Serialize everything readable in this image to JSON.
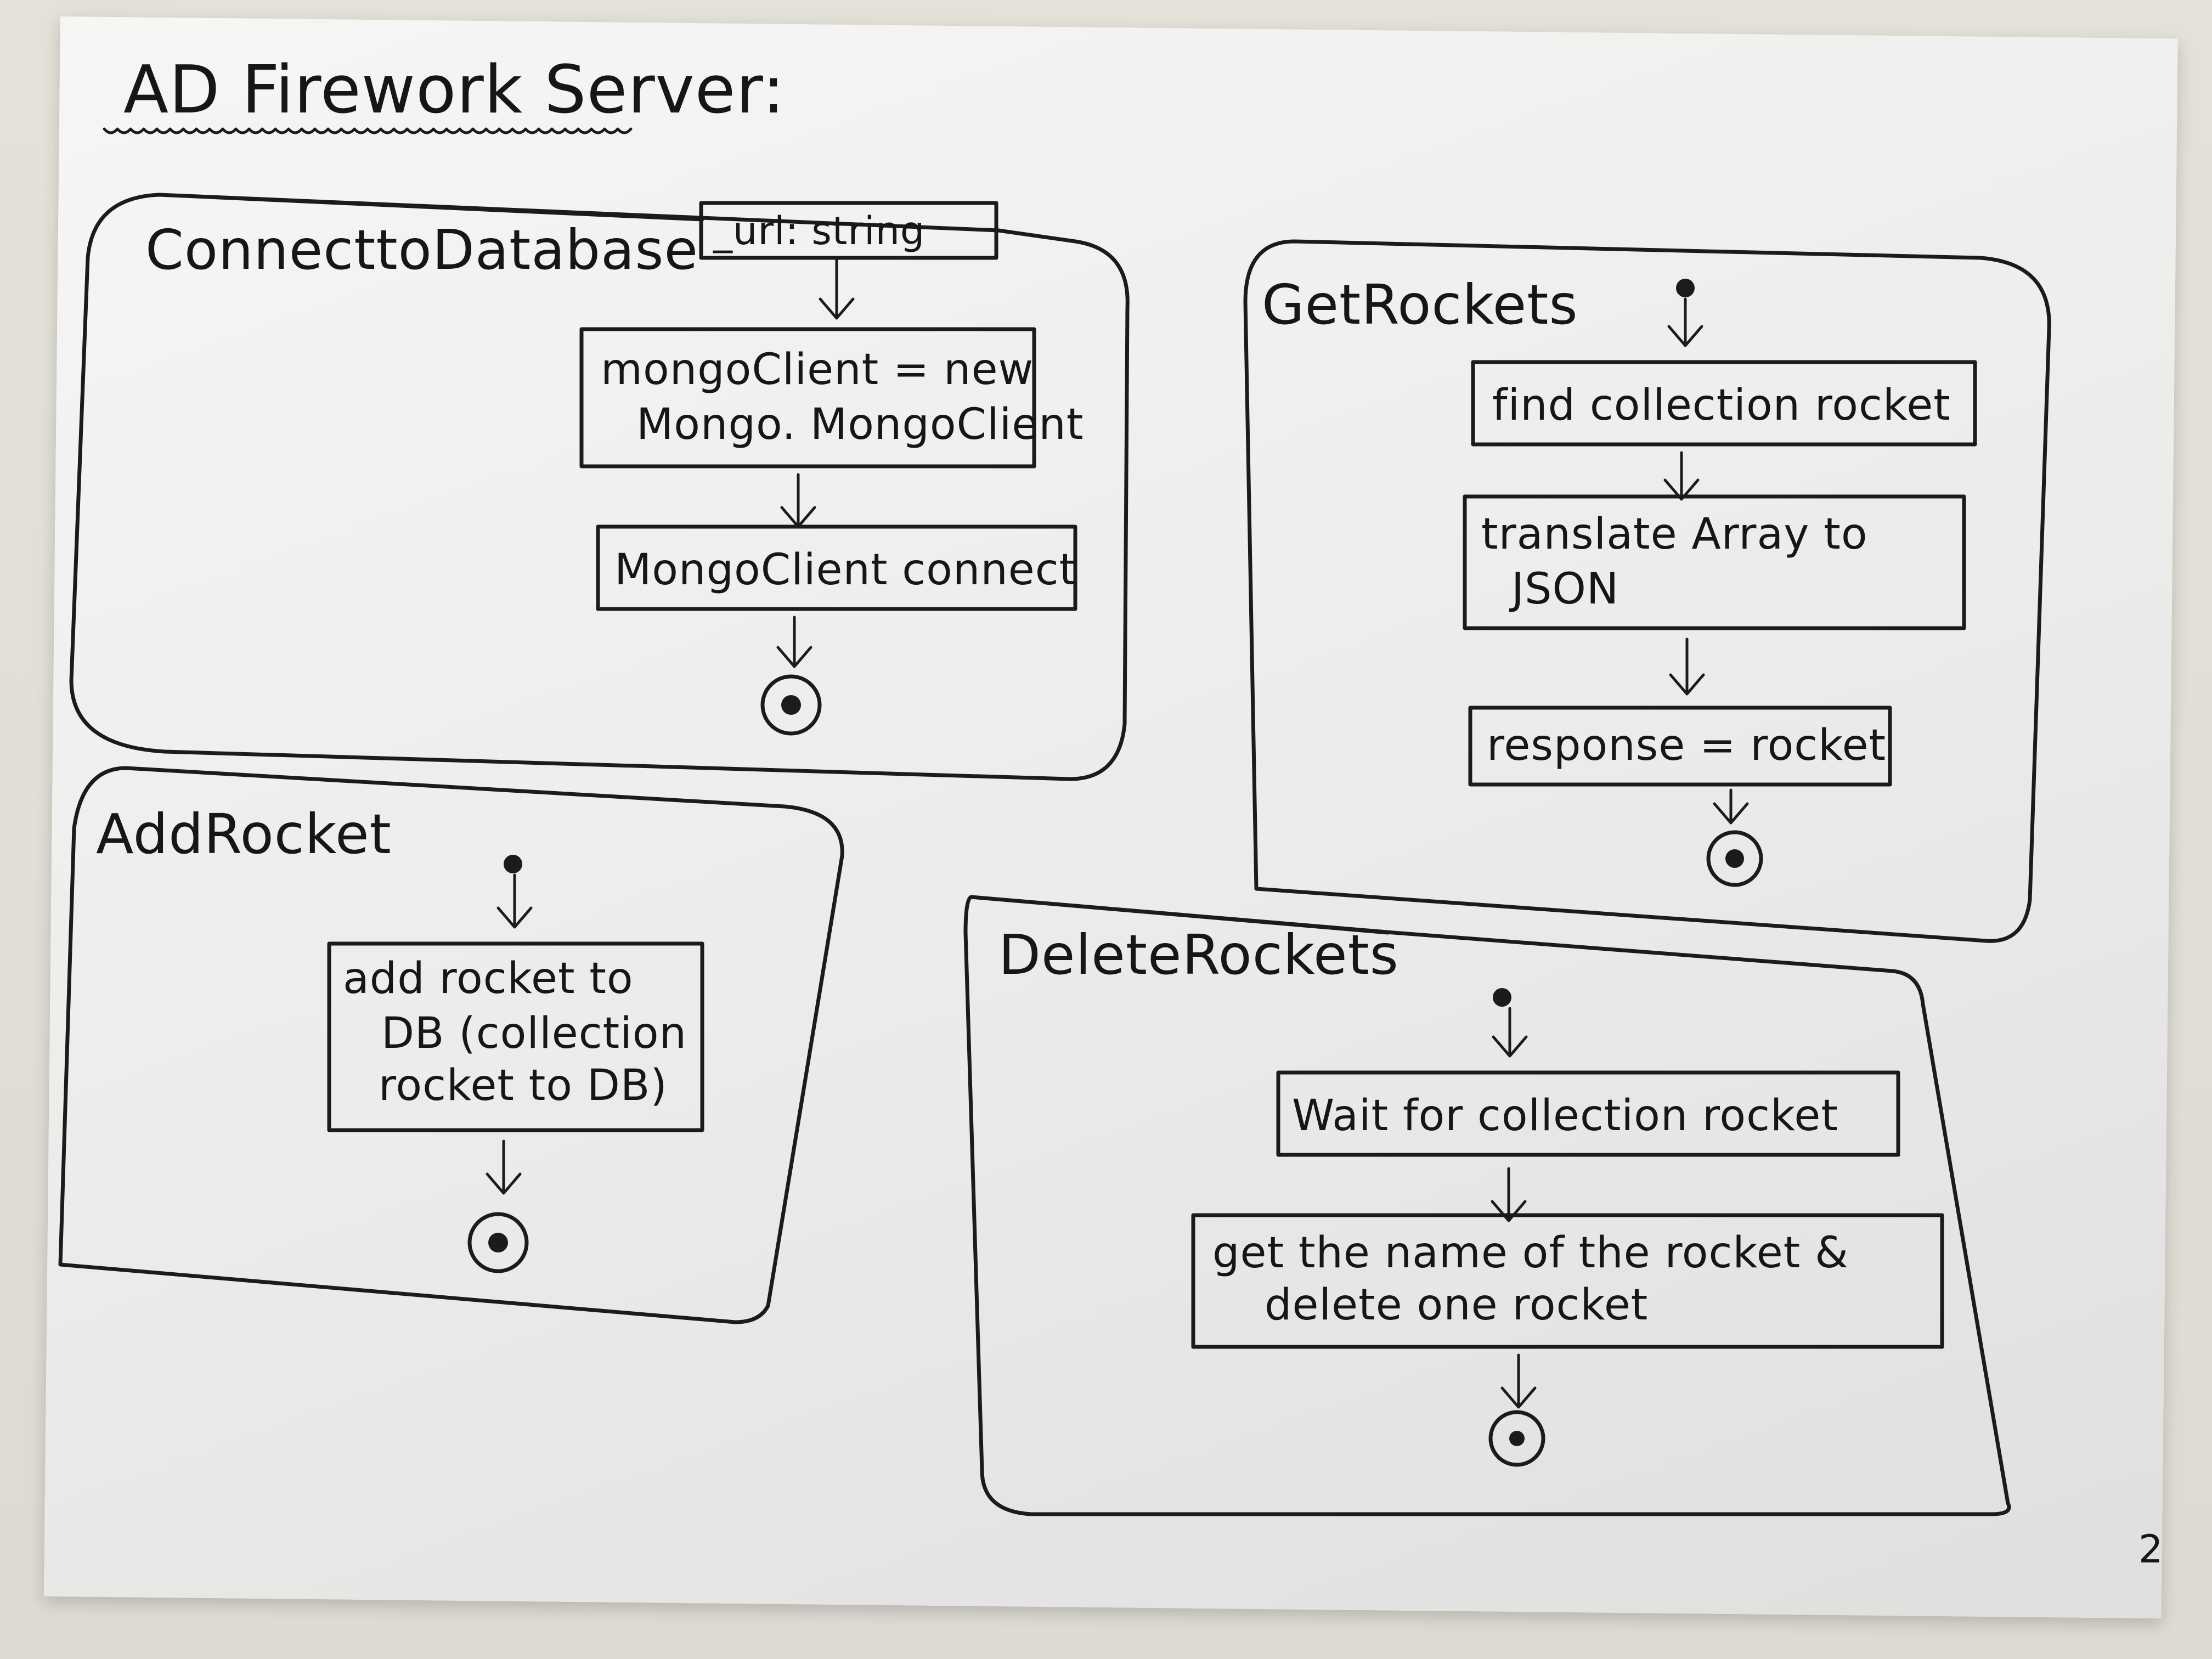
{
  "title": "AD Firework Server:",
  "page_number": "2",
  "panels": {
    "connect": {
      "label": "ConnecttoDatabase",
      "param": "_url: string",
      "actions": [
        {
          "line1": "mongoClient = new",
          "line2": "Mongo. MongoClient"
        },
        {
          "line1": "MongoClient connect"
        }
      ]
    },
    "get": {
      "label": "GetRockets",
      "actions": [
        {
          "line1": "find collection rocket"
        },
        {
          "line1": "translate Array to",
          "line2": "JSON"
        },
        {
          "line1": "response = rocket"
        }
      ]
    },
    "add": {
      "label": "AddRocket",
      "actions": [
        {
          "line1": "add rocket to",
          "line2": "DB (collection",
          "line3": "rocket to DB)"
        }
      ]
    },
    "delete": {
      "label": "DeleteRockets",
      "actions": [
        {
          "line1": "Wait for collection rocket"
        },
        {
          "line1": "get the name of the rocket &",
          "line2": "delete one rocket"
        }
      ]
    }
  }
}
